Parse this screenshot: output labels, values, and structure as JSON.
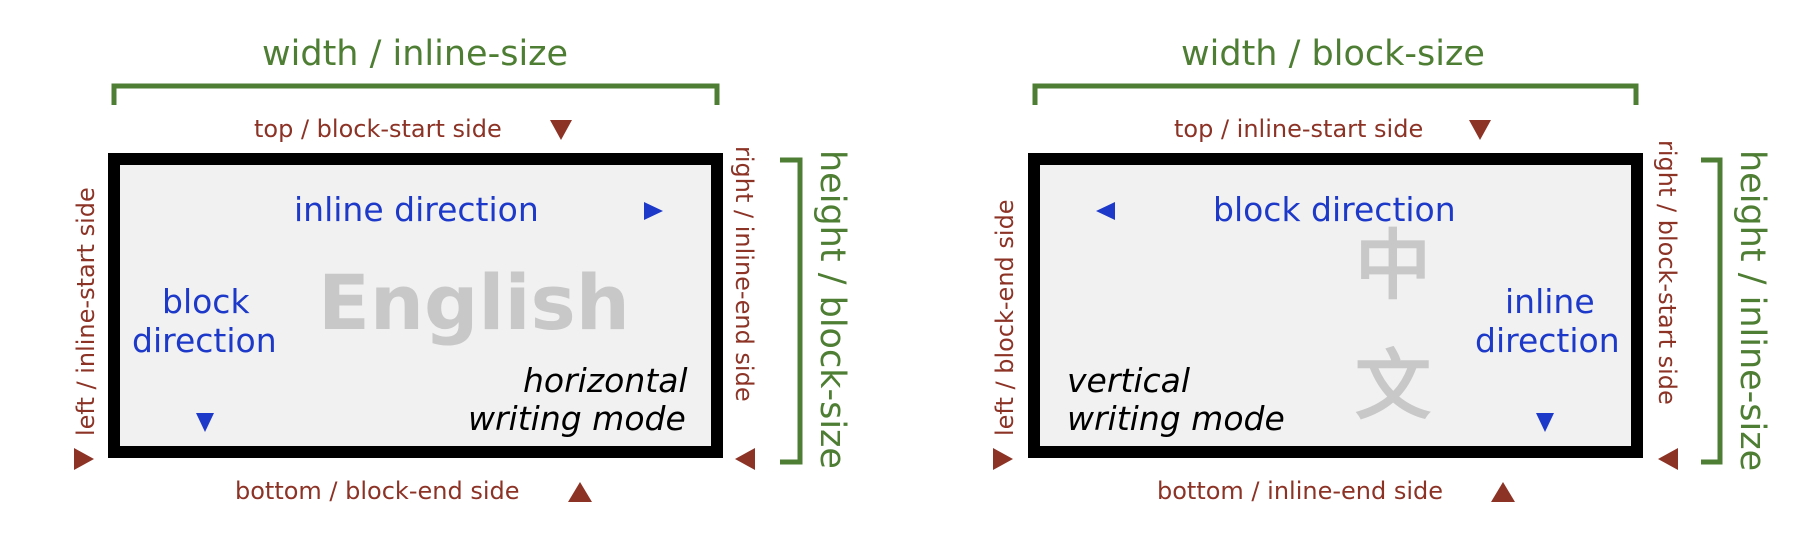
{
  "colors": {
    "green": "#4e7e33",
    "red": "#8c3326",
    "blue": "#1d39c9",
    "frame": "#000000",
    "fill": "#f1f1f1",
    "watermark": "#c8c8c8"
  },
  "left": {
    "width_label": "width / inline-size",
    "top_label": "top / block-start side",
    "bottom_label": "bottom / block-end side",
    "left_label": "left / inline-start side",
    "right_label": "right / inline-end side",
    "height_label": "height / block-size",
    "inline_dir": "inline direction",
    "block_dir_1": "block",
    "block_dir_2": "direction",
    "watermark": "English",
    "mode_1": "horizontal",
    "mode_2": "writing mode"
  },
  "right": {
    "width_label": "width / block-size",
    "top_label": "top / inline-start side",
    "bottom_label": "bottom / inline-end side",
    "left_label": "left / block-end side",
    "right_label": "right / block-start side",
    "height_label": "height / inline-size",
    "block_dir": "block direction",
    "inline_dir_1": "inline",
    "inline_dir_2": "direction",
    "watermark_1": "中",
    "watermark_2": "文",
    "mode_1": "vertical",
    "mode_2": "writing mode"
  },
  "icons": {
    "marker_down": "triangle-down-icon",
    "marker_up": "triangle-up-icon"
  }
}
